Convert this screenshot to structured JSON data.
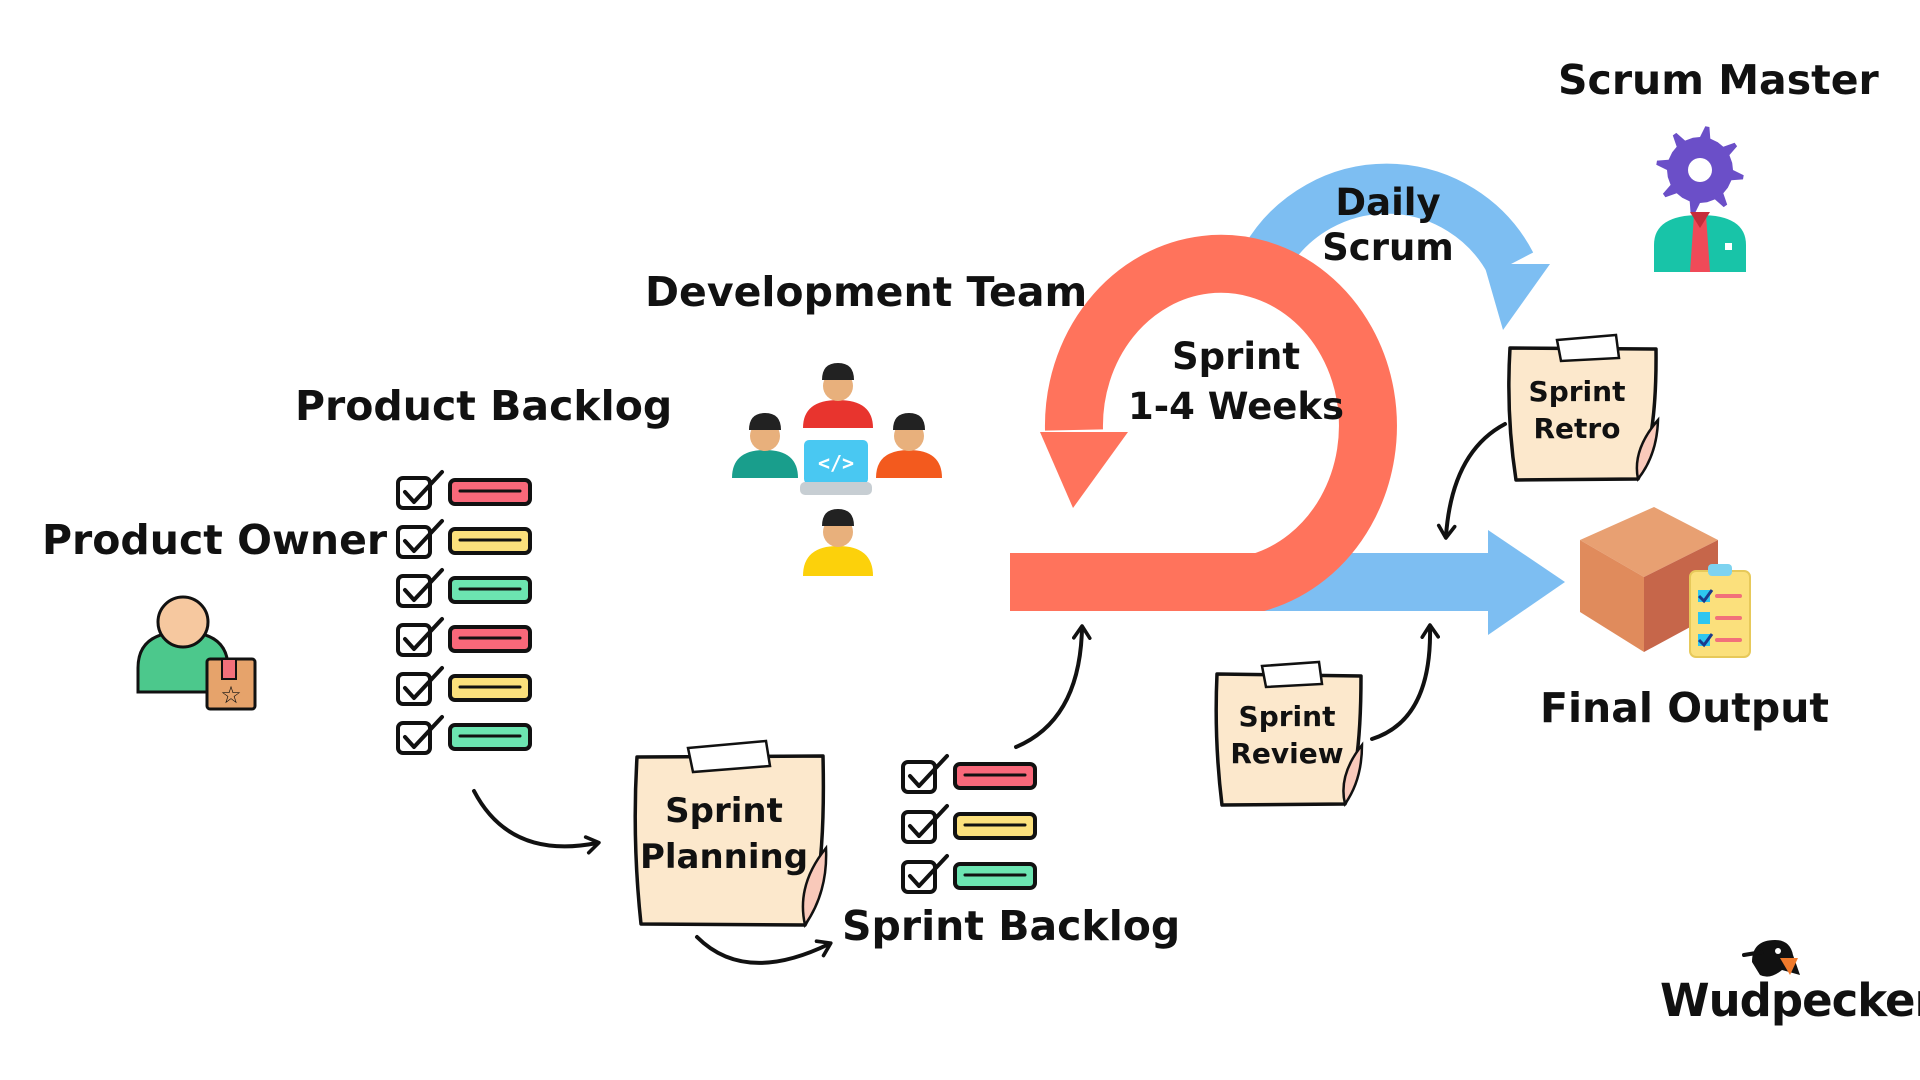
{
  "labels": {
    "product_owner": "Product Owner",
    "product_backlog": "Product Backlog",
    "development_team": "Development Team",
    "scrum_master": "Scrum Master",
    "sprint_line1": "Sprint",
    "sprint_line2": "1-4 Weeks",
    "daily_line1": "Daily",
    "daily_line2": "Scrum",
    "sprint_backlog": "Sprint Backlog",
    "final_output": "Final Output"
  },
  "notes": {
    "planning": [
      "Sprint",
      "Planning"
    ],
    "review": [
      "Sprint",
      "Review"
    ],
    "retro": [
      "Sprint",
      "Retro"
    ]
  },
  "brand": "Wudpecker",
  "icons": {
    "dev_code_symbol": "</>"
  },
  "colors": {
    "sprint_loop": "#FF735C",
    "daily_loop": "#7DBEF2",
    "note_fill": "#FCE8CC",
    "task_red": "#F9687A",
    "task_yellow": "#FBE07C",
    "task_green": "#6CE5B1",
    "scrum_master_gear": "#6B4FC8",
    "owner_body": "#4CC88C"
  },
  "product_backlog_items": [
    "red",
    "yellow",
    "green",
    "red",
    "yellow",
    "green"
  ],
  "sprint_backlog_items": [
    "red",
    "yellow",
    "green"
  ]
}
